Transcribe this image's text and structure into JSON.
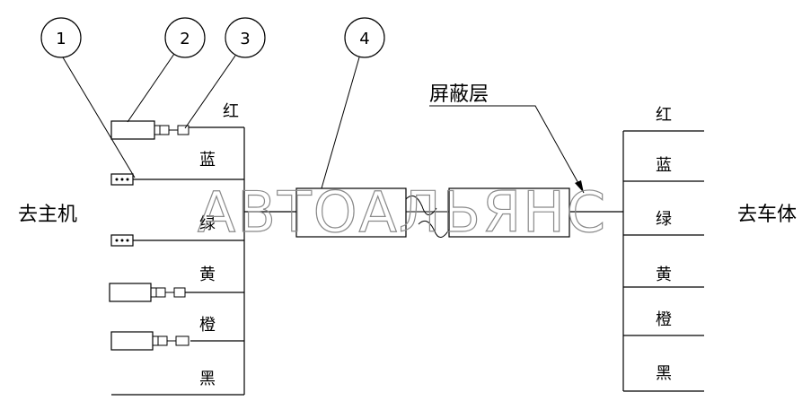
{
  "balloons": [
    "1",
    "2",
    "3",
    "4"
  ],
  "left_label": "去主机",
  "right_label": "去车体",
  "shield_label": "屏蔽层",
  "left_wires": [
    "红",
    "蓝",
    "绿",
    "黄",
    "橙",
    "黑"
  ],
  "right_wires": [
    "红",
    "蓝",
    "绿",
    "黄",
    "橙",
    "黑"
  ],
  "watermark": "АВТОАЛЬЯНС",
  "colors": {
    "line": "#000000",
    "watermark": "#8a8a8a"
  }
}
